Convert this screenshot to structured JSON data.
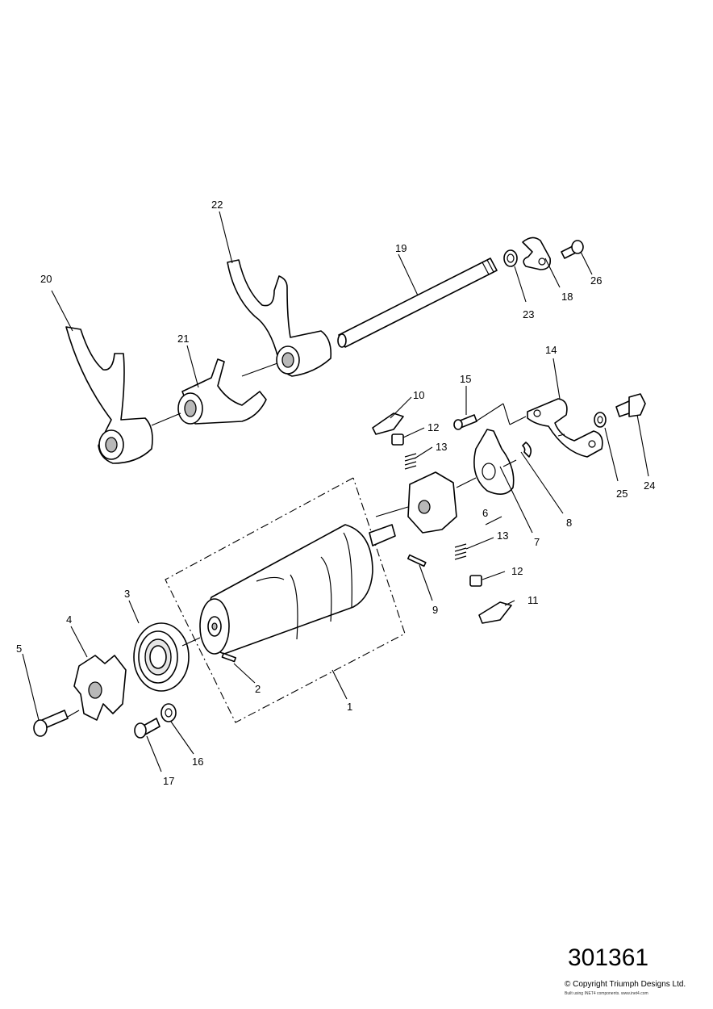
{
  "diagram": {
    "reference_number": "301361",
    "copyright": "© Copyright Triumph Designs Ltd.",
    "built_with": "Built using INET4 components. www.inet4.com",
    "callouts": {
      "c1": "1",
      "c2": "2",
      "c3": "3",
      "c4": "4",
      "c5": "5",
      "c6": "6",
      "c7": "7",
      "c8": "8",
      "c9": "9",
      "c10": "10",
      "c11": "11",
      "c12a": "12",
      "c12b": "12",
      "c13a": "13",
      "c13b": "13",
      "c14": "14",
      "c15": "15",
      "c16": "16",
      "c17": "17",
      "c18": "18",
      "c19": "19",
      "c20": "20",
      "c21": "21",
      "c22": "22",
      "c23": "23",
      "c24": "24",
      "c25": "25",
      "c26": "26"
    }
  }
}
